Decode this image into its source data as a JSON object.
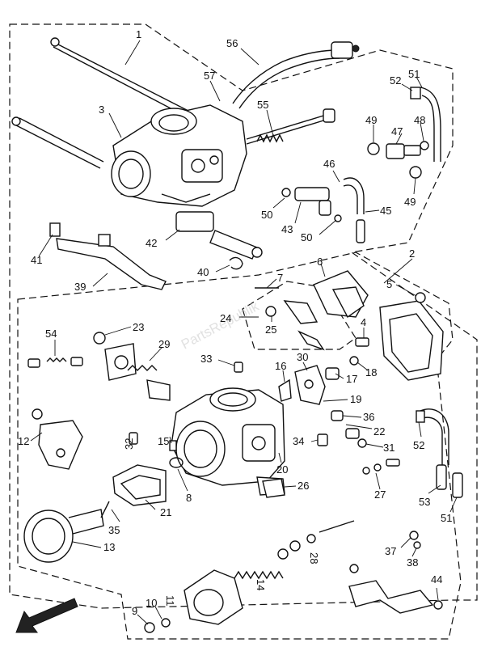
{
  "diagram": {
    "type": "exploded-parts-diagram",
    "watermark_text": "PartsRepublik",
    "callouts": [
      "1",
      "2",
      "3",
      "4",
      "5",
      "6",
      "7",
      "8",
      "9",
      "10",
      "11",
      "12",
      "13",
      "14",
      "15",
      "16",
      "17",
      "18",
      "19",
      "20",
      "21",
      "22",
      "23",
      "24",
      "25",
      "26",
      "27",
      "28",
      "29",
      "30",
      "31",
      "32",
      "33",
      "34",
      "35",
      "36",
      "37",
      "38",
      "39",
      "40",
      "41",
      "42",
      "43",
      "44",
      "45",
      "46",
      "47",
      "48",
      "49",
      "49",
      "50",
      "50",
      "51",
      "51",
      "52",
      "52",
      "53",
      "54",
      "55",
      "56",
      "57"
    ]
  }
}
